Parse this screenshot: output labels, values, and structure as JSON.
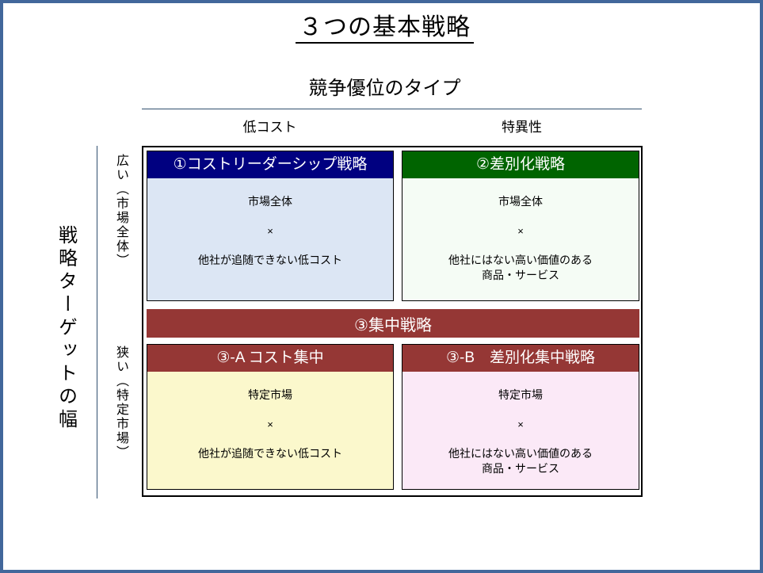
{
  "slide": {
    "title": "３つの基本戦略",
    "subtitle": "競争優位のタイプ"
  },
  "columns": {
    "low_cost": "低コスト",
    "uniqueness": "特異性"
  },
  "axis": {
    "title": "戦略ターゲットの幅",
    "row_wide": "広い（市場全体）",
    "row_narrow": "狭い（特定市場）"
  },
  "focus_banner": {
    "label": "③集中戦略"
  },
  "quadrants": {
    "q1": {
      "header": "①コストリーダーシップ戦略",
      "market": "市場全体",
      "operator": "×",
      "detail": "他社が追随できない低コスト",
      "header_color": "#000080",
      "body_color": "#dce6f4"
    },
    "q2": {
      "header": "②差別化戦略",
      "market": "市場全体",
      "operator": "×",
      "detail": "他社にはない高い価値のある\n商品・サービス",
      "header_color": "#006400",
      "body_color": "#f5fcf5"
    },
    "q3a": {
      "header": "③-A コスト集中",
      "market": "特定市場",
      "operator": "×",
      "detail": "他社が追随できない低コスト",
      "header_color": "#953735",
      "body_color": "#fbf8cc"
    },
    "q3b": {
      "header": "③-B　差別化集中戦略",
      "market": "特定市場",
      "operator": "×",
      "detail": "他社にはない高い価値のある\n商品・サービス",
      "header_color": "#953735",
      "body_color": "#fbe9f7"
    }
  },
  "theme": {
    "slide_border": "#42679b",
    "rule_color": "#31506f"
  }
}
